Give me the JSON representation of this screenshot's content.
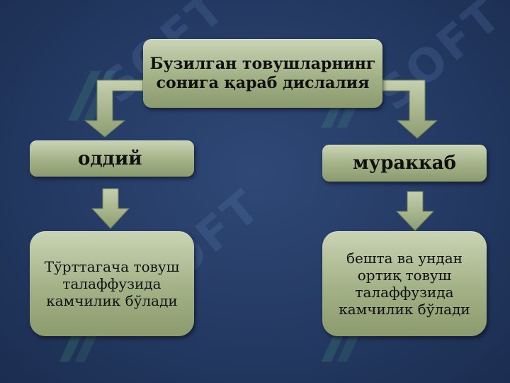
{
  "diagram": {
    "root": {
      "label": "Бузилган товушларнинг\nсонига қараб дислалия"
    },
    "branches": [
      {
        "label": "оддий",
        "description": "Тўрттагача товуш\nталаффузида\nкамчилик бўлади"
      },
      {
        "label": "мураккаб",
        "description": "бешта ва ундан\nортиқ товуш\nталаффузида\nкамчилик  бўлади"
      }
    ]
  },
  "watermark": {
    "text": "SOFT"
  },
  "colors": {
    "background": "#243a63",
    "box_fill": "#a3b186",
    "arrow_fill": "#9cac7f"
  }
}
